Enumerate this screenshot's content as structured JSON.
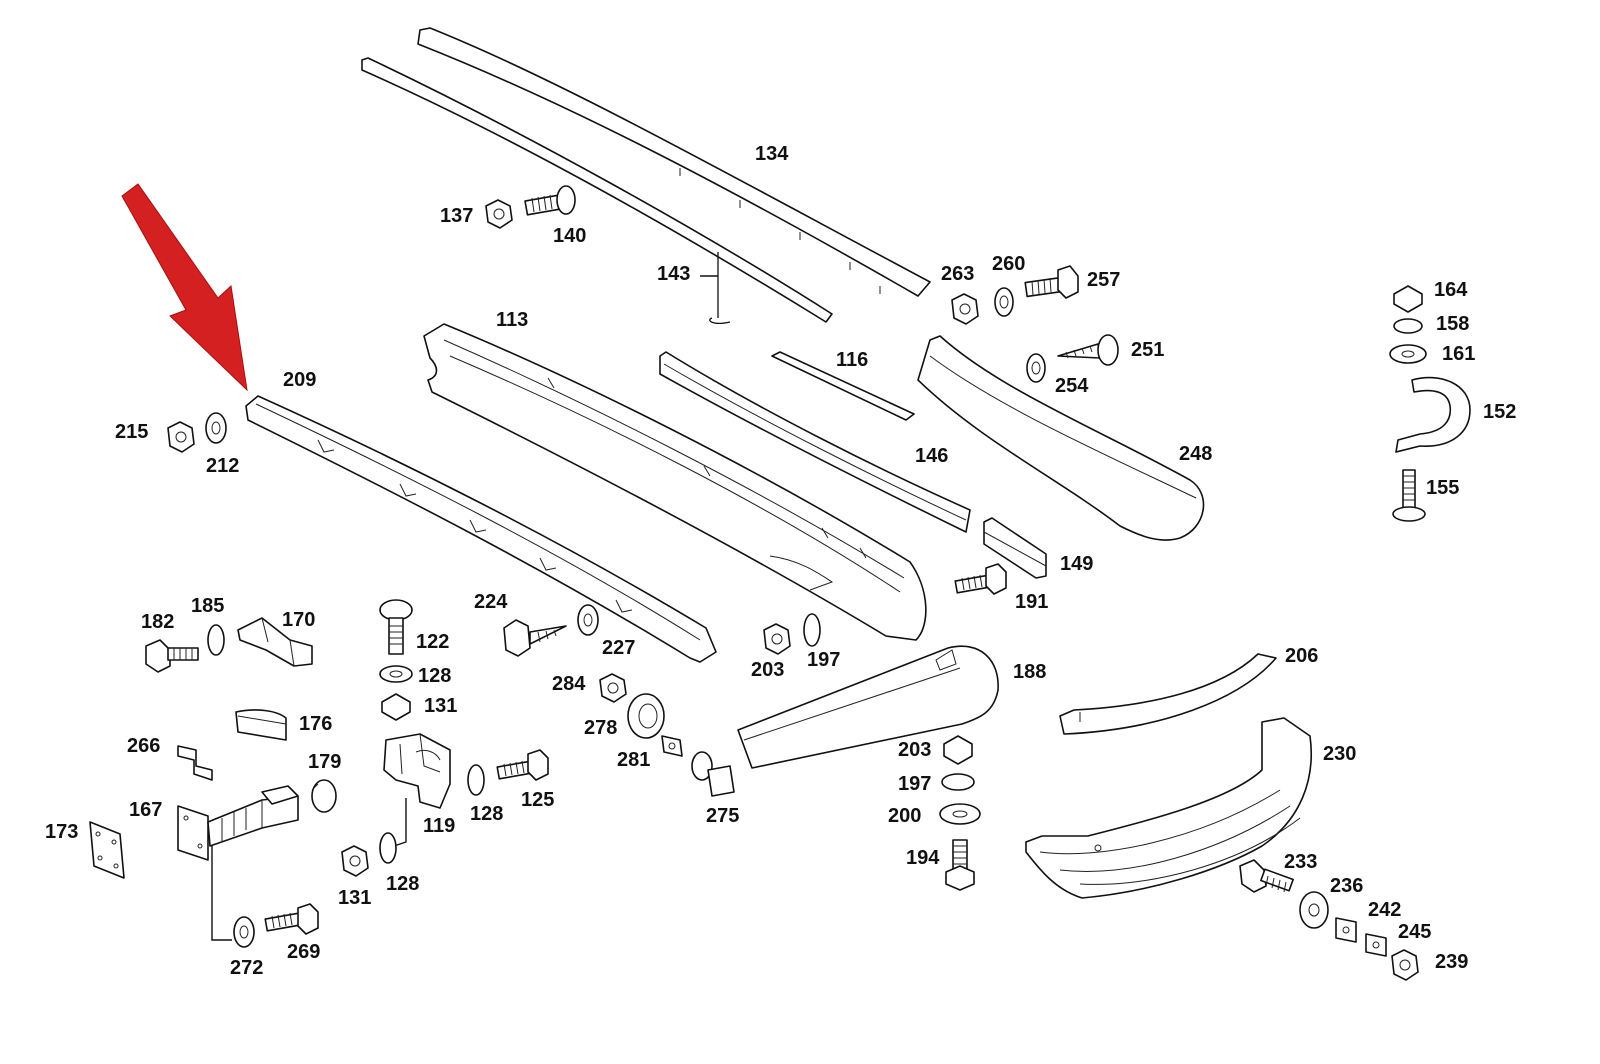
{
  "diagram": {
    "arrow_color": "#d42020",
    "line_color": "#111111",
    "background": "#ffffff",
    "labels": {
      "l134": "134",
      "l137": "137",
      "l140": "140",
      "l143": "143",
      "l263": "263",
      "l260": "260",
      "l257": "257",
      "l164": "164",
      "l158": "158",
      "l161": "161",
      "l152": "152",
      "l155": "155",
      "l113": "113",
      "l116": "116",
      "l251": "251",
      "l254": "254",
      "l146": "146",
      "l248": "248",
      "l149": "149",
      "l191": "191",
      "l209": "209",
      "l215": "215",
      "l212": "212",
      "l182": "182",
      "l185": "185",
      "l170": "170",
      "l224": "224",
      "l122": "122",
      "l128a": "128",
      "l131a": "131",
      "l227": "227",
      "l203a": "203",
      "l197a": "197",
      "l188": "188",
      "l206": "206",
      "l284": "284",
      "l176": "176",
      "l278": "278",
      "l266": "266",
      "l179": "179",
      "l281": "281",
      "l128b": "128",
      "l125": "125",
      "l275": "275",
      "l119": "119",
      "l167": "167",
      "l173": "173",
      "l203b": "203",
      "l197b": "197",
      "l200": "200",
      "l230": "230",
      "l194": "194",
      "l131b": "131",
      "l128c": "128",
      "l233": "233",
      "l236": "236",
      "l242": "242",
      "l245": "245",
      "l239": "239",
      "l272": "272",
      "l269": "269"
    }
  }
}
